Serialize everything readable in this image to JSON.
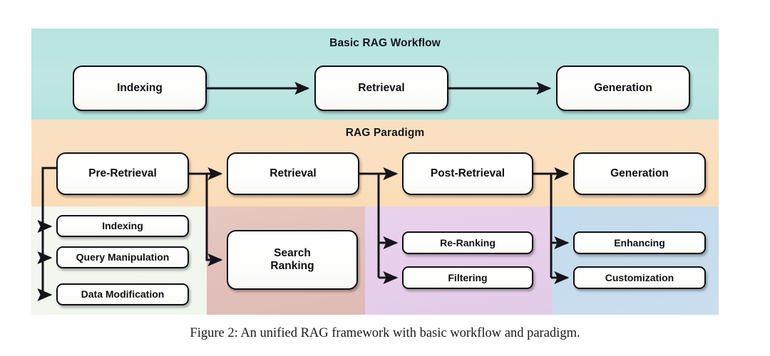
{
  "figure": {
    "caption": "Figure 2: An unified RAG framework with basic workflow and paradigm."
  },
  "bands": {
    "basic": {
      "title": "Basic RAG Workflow",
      "color": "#bfe6e2"
    },
    "paradigm": {
      "title": "RAG Paradigm",
      "color": "#fbdfbe"
    }
  },
  "columns": {
    "pre_retrieval": {
      "color": "#f2f6ee"
    },
    "search": {
      "color": "#e2c0ba"
    },
    "post_retrieval": {
      "color": "#e7cfeb"
    },
    "generation": {
      "color": "#c6dded"
    }
  },
  "basic_workflow": {
    "nodes": [
      {
        "id": "indexing",
        "label": "Indexing"
      },
      {
        "id": "retrieval",
        "label": "Retrieval"
      },
      {
        "id": "generation",
        "label": "Generation"
      }
    ]
  },
  "paradigm": {
    "stages": [
      {
        "id": "pre-retrieval",
        "label": "Pre-Retrieval"
      },
      {
        "id": "retrieval",
        "label": "Retrieval"
      },
      {
        "id": "post-retrieval",
        "label": "Post-Retrieval"
      },
      {
        "id": "generation",
        "label": "Generation"
      }
    ],
    "pre_retrieval_children": [
      {
        "id": "indexing",
        "label": "Indexing"
      },
      {
        "id": "query-manipulation",
        "label": "Query Manipulation"
      },
      {
        "id": "data-modification",
        "label": "Data Modification"
      }
    ],
    "retrieval_children": [
      {
        "id": "search-ranking",
        "label_line1": "Search",
        "label_line2": "Ranking"
      }
    ],
    "post_retrieval_children": [
      {
        "id": "re-ranking",
        "label": "Re-Ranking"
      },
      {
        "id": "filtering",
        "label": "Filtering"
      }
    ],
    "generation_children": [
      {
        "id": "enhancing",
        "label": "Enhancing"
      },
      {
        "id": "customization",
        "label": "Customization"
      }
    ]
  },
  "style": {
    "node_fill": "#ffffff",
    "node_border": "#100f14",
    "arrow_color": "#16141a",
    "text_color": "#101014"
  }
}
